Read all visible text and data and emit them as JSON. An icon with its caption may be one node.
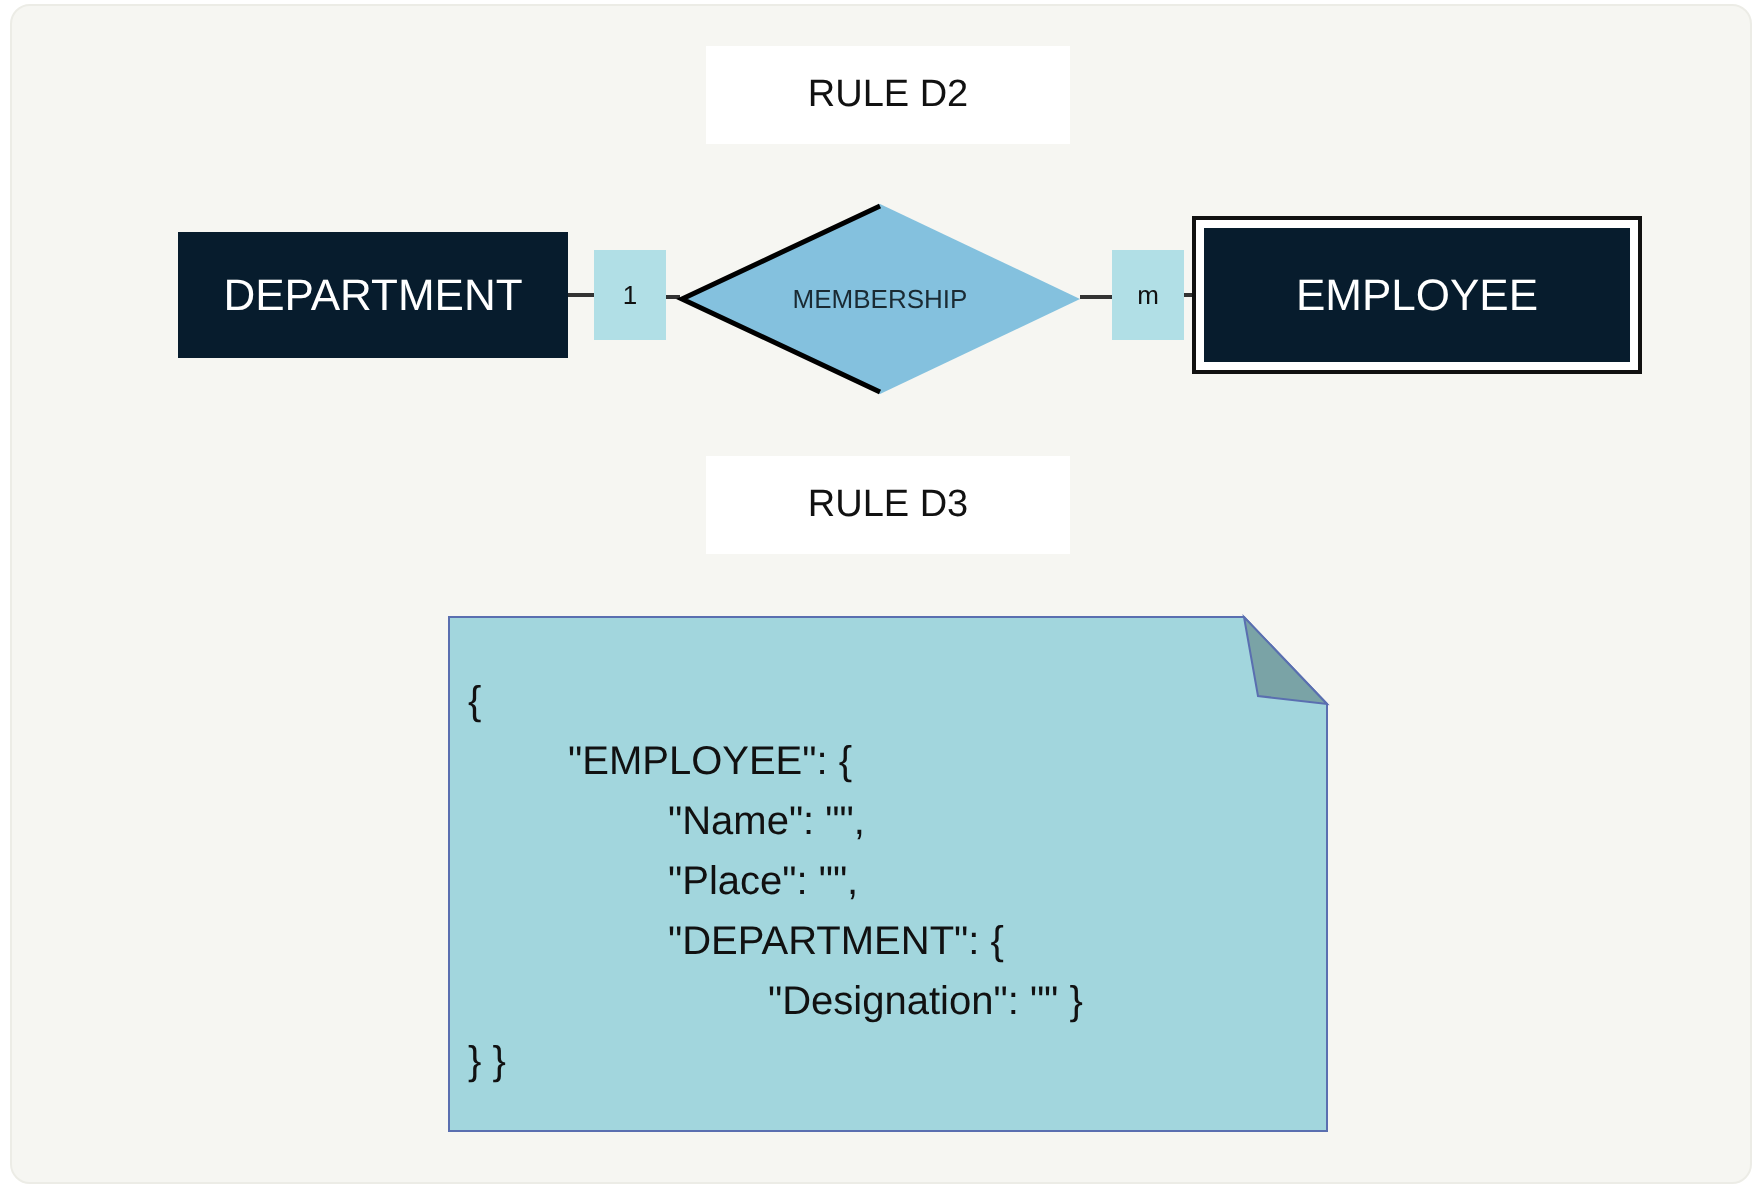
{
  "diagram": {
    "nodes": [
      {
        "text": [
          "RULE D2"
        ]
      },
      {
        "text": [
          "DEPARTMENT"
        ]
      },
      {
        "text": [
          "1"
        ]
      },
      {
        "text": [
          "MEMBERSHIP"
        ]
      },
      {
        "text": [
          "m"
        ]
      },
      {
        "text": [
          "EMPLOYEE"
        ]
      },
      {
        "text": [
          "RULE D3"
        ]
      },
      {
        "text": [
          "{",
          "\"EMPLOYEE\": {",
          "\"Name\": \"\",",
          "\"Place\": \"\",",
          "\"DEPARTMENT\": {",
          "\"Designation\": \"\" }",
          "} }"
        ]
      }
    ],
    "edges": [
      {
        "from": 1,
        "to": 2,
        "arrow": "none"
      },
      {
        "from": 2,
        "to": 3,
        "arrow": "none"
      },
      {
        "from": 3,
        "to": 4,
        "arrow": "none"
      },
      {
        "from": 4,
        "to": 5,
        "arrow": "none"
      }
    ]
  }
}
